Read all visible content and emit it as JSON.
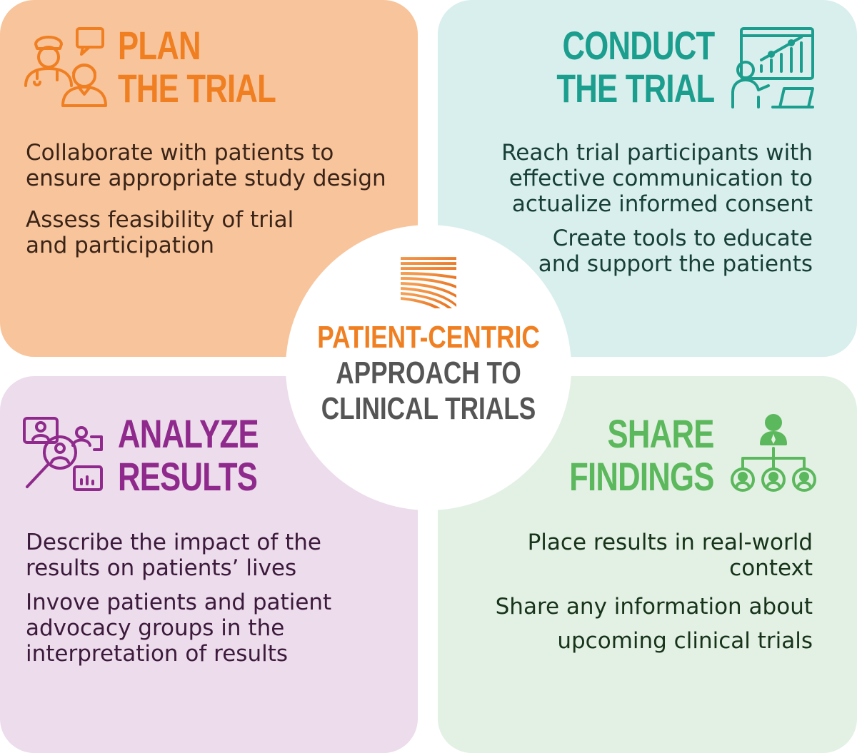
{
  "center": {
    "title_line1": "PATIENT-CENTRIC",
    "title_line2": "APPROACH TO",
    "title_line3": "CLINICAL TRIALS",
    "accent_color": "#f07f22",
    "text_color": "#555555"
  },
  "plan": {
    "icon": "doctor-patient-chat-icon",
    "color": "#f07f22",
    "title_line1": "PLAN",
    "title_line2": "THE TRIAL",
    "points": [
      "Collaborate with patients to ensure appropriate study design",
      "Assess feasibility of trial and participation"
    ]
  },
  "conduct": {
    "icon": "presenter-chart-icon",
    "color": "#1c9e8e",
    "title_line1": "CONDUCT",
    "title_line2": "THE TRIAL",
    "points": [
      "Reach trial participants with effective communication to actualize informed consent",
      "Create tools to educate and support the patients"
    ]
  },
  "analyze": {
    "icon": "magnifier-people-chart-icon",
    "color": "#8f2a8c",
    "title_line1": "ANALYZE",
    "title_line2": "RESULTS",
    "points": [
      "Describe the impact of the results on patients’ lives",
      "Invove patients and patient advocacy groups in the interpretation of results"
    ]
  },
  "share": {
    "icon": "org-hierarchy-icon",
    "color": "#5cb85c",
    "title_line1": "SHARE",
    "title_line2": "FINDINGS",
    "points": [
      "Place results in real-world context",
      "Share any information about upcoming clinical trials"
    ]
  }
}
